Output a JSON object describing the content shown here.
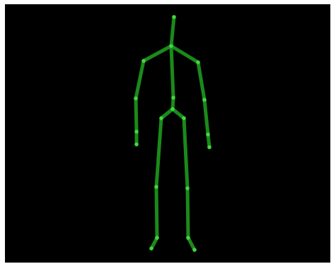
{
  "viewport": {
    "background_color": "#000000"
  },
  "skeleton": {
    "bone_color": "#1a8a1a",
    "joint_color": "#3fd83f",
    "joints": [
      {
        "name": "head"
      },
      {
        "name": "neck"
      },
      {
        "name": "left-shoulder"
      },
      {
        "name": "right-shoulder"
      },
      {
        "name": "left-elbow"
      },
      {
        "name": "right-elbow"
      },
      {
        "name": "left-wrist"
      },
      {
        "name": "right-wrist"
      },
      {
        "name": "left-hand"
      },
      {
        "name": "right-hand"
      },
      {
        "name": "spine"
      },
      {
        "name": "hip-center"
      },
      {
        "name": "left-hip"
      },
      {
        "name": "right-hip"
      },
      {
        "name": "left-knee"
      },
      {
        "name": "right-knee"
      },
      {
        "name": "left-ankle"
      },
      {
        "name": "right-ankle"
      },
      {
        "name": "left-foot"
      },
      {
        "name": "right-foot"
      }
    ]
  }
}
